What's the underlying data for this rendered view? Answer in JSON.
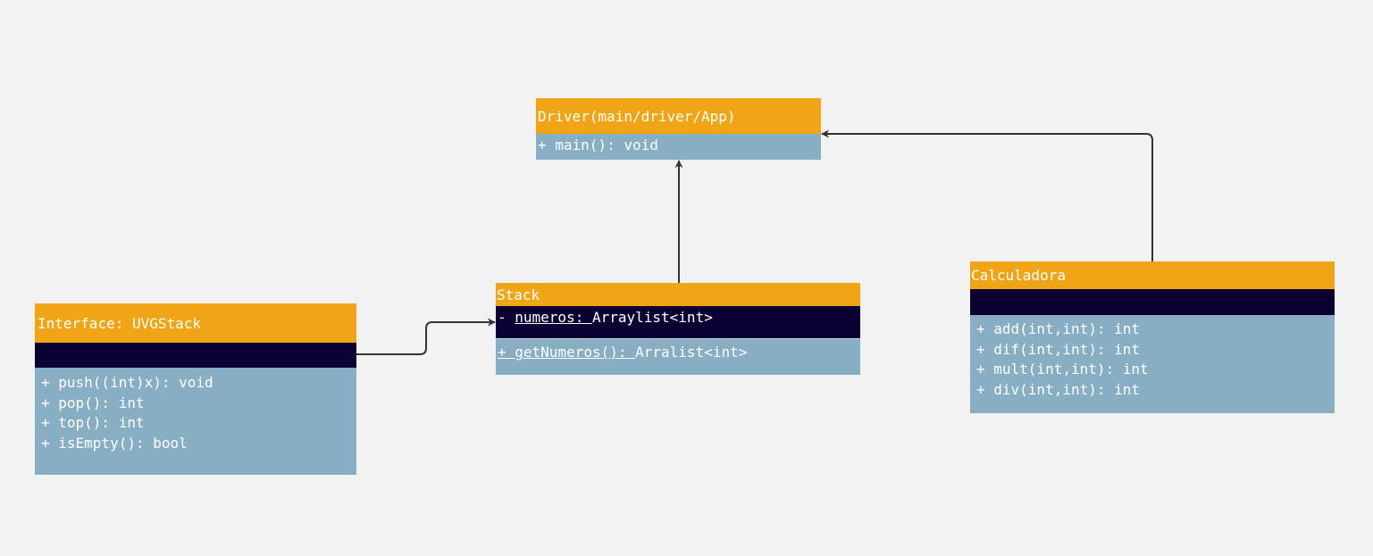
{
  "classes": {
    "driver": {
      "name": "Driver(main/driver/App)",
      "methods": [
        "+ main(): void"
      ]
    },
    "stack": {
      "name": "Stack",
      "attr_prefix": "- ",
      "attr_underlined": "numeros: ",
      "attr_rest": "Arraylist<int>",
      "method_underlined": "+ getNumeros(): ",
      "method_rest": "Arralist<int>"
    },
    "uvgstack": {
      "name": "Interface: UVGStack",
      "methods": [
        "+ push((int)x): void",
        "+ pop(): int",
        "+ top(): int",
        "+ isEmpty(): bool"
      ]
    },
    "calculadora": {
      "name": "Calculadora",
      "methods": [
        "+ add(int,int): int",
        "+ dif(int,int): int",
        "+ mult(int,int): int",
        "+ div(int,int): int"
      ]
    }
  },
  "colors": {
    "background": "#f2f2f2",
    "header": "#f0a516",
    "attributes": "#0a0033",
    "methods": "#87aec2",
    "arrow": "#333333"
  }
}
